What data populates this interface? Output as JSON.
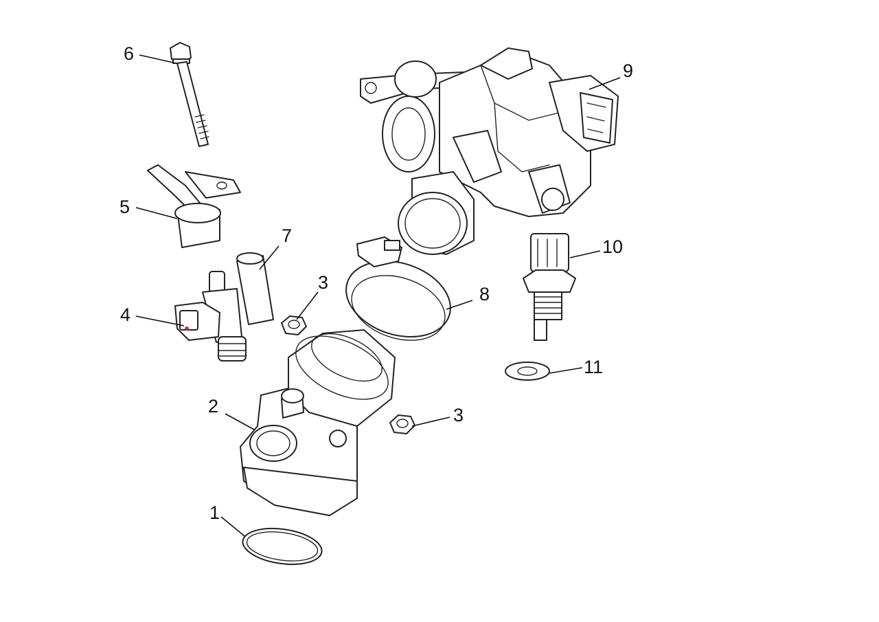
{
  "diagram": {
    "callouts": [
      {
        "id": "1",
        "label": "1"
      },
      {
        "id": "2",
        "label": "2"
      },
      {
        "id": "3a",
        "label": "3"
      },
      {
        "id": "3b",
        "label": "3"
      },
      {
        "id": "4",
        "label": "4"
      },
      {
        "id": "5",
        "label": "5"
      },
      {
        "id": "6",
        "label": "6"
      },
      {
        "id": "7",
        "label": "7"
      },
      {
        "id": "8",
        "label": "8"
      },
      {
        "id": "9",
        "label": "9"
      },
      {
        "id": "10",
        "label": "10"
      },
      {
        "id": "11",
        "label": "11"
      }
    ]
  },
  "colors": {
    "line": "#222222",
    "accent": "#d22b2b",
    "background": "#ffffff"
  }
}
